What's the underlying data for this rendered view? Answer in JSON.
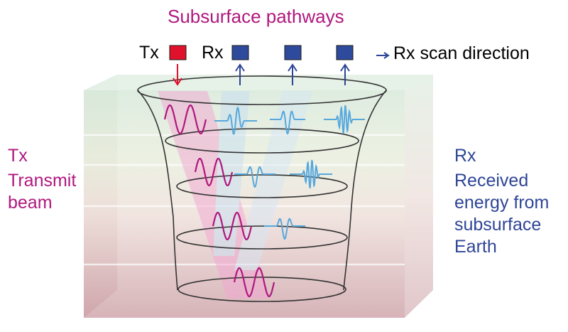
{
  "title": "Subsurface pathways",
  "labels": {
    "tx": "Tx",
    "rx": "Rx",
    "scan_direction": "Rx scan direction"
  },
  "left_panel": {
    "heading": "Tx",
    "description": "Transmit beam"
  },
  "right_panel": {
    "heading": "Rx",
    "description": "Received energy from subsurface Earth"
  },
  "colors": {
    "transmit": "#b0187e",
    "transmit_marker": "#e0112b",
    "receive": "#2e4596",
    "receive_marker": "#2d4a9c",
    "received_wave": "#58a8dc",
    "layer_top": "#cfe3d0",
    "layer_bottom": "#c89ea4"
  },
  "icons": {
    "tx_marker": "red-square",
    "rx_marker": "blue-square",
    "down_arrow": "arrow-down-icon",
    "up_arrow": "arrow-up-icon",
    "scan_arrow": "arrow-right-icon"
  }
}
